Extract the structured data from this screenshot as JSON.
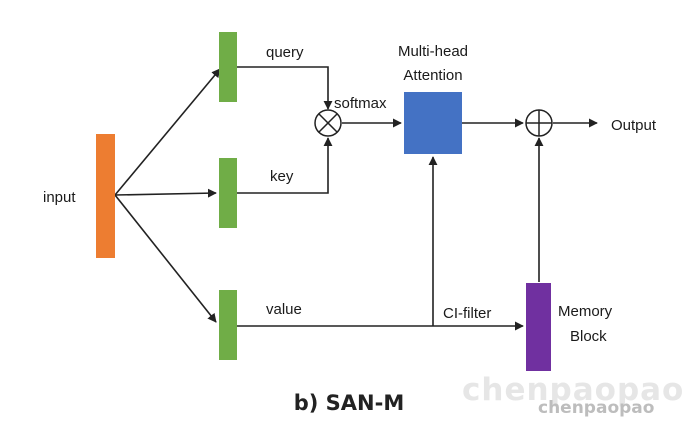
{
  "nodes": {
    "input": "input",
    "query": "query",
    "key": "key",
    "value": "value",
    "softmax": "softmax",
    "attention_line1": "Multi-head",
    "attention_line2": "Attention",
    "output": "Output",
    "cifilter": "CI-filter",
    "memory_line1": "Memory",
    "memory_line2": "Block"
  },
  "caption": "b) SAN-M",
  "watermark": {
    "primary": "chenpaopao",
    "secondary": "chenpaopao"
  },
  "colors": {
    "input_block": "#ed7d31",
    "projection_blocks": "#70ad47",
    "attention_block": "#4472c4",
    "memory_block": "#7030a0",
    "edges": "#222222"
  }
}
